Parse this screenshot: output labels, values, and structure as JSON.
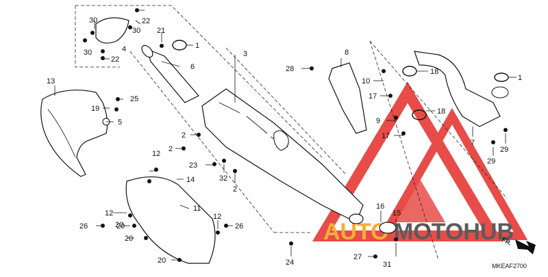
{
  "diagram": {
    "code": "MKEAF2700",
    "direction_label": "FR.",
    "watermark": {
      "left": "AUTO",
      "right": "MOTOHUB",
      "color_left": "#f5a623",
      "color_right": "#4a4a4a",
      "triangle_color": "#e53935"
    },
    "part_numbers": [
      "1",
      "1",
      "2",
      "2",
      "2",
      "3",
      "4",
      "5",
      "6",
      "7",
      "8",
      "9",
      "10",
      "11",
      "12",
      "12",
      "12",
      "13",
      "14",
      "15",
      "16",
      "17",
      "17",
      "18",
      "18",
      "19",
      "20",
      "20",
      "20",
      "20",
      "21",
      "22",
      "22",
      "23",
      "24",
      "25",
      "26",
      "26",
      "27",
      "28",
      "29",
      "29",
      "30",
      "30",
      "30",
      "31",
      "32"
    ]
  }
}
